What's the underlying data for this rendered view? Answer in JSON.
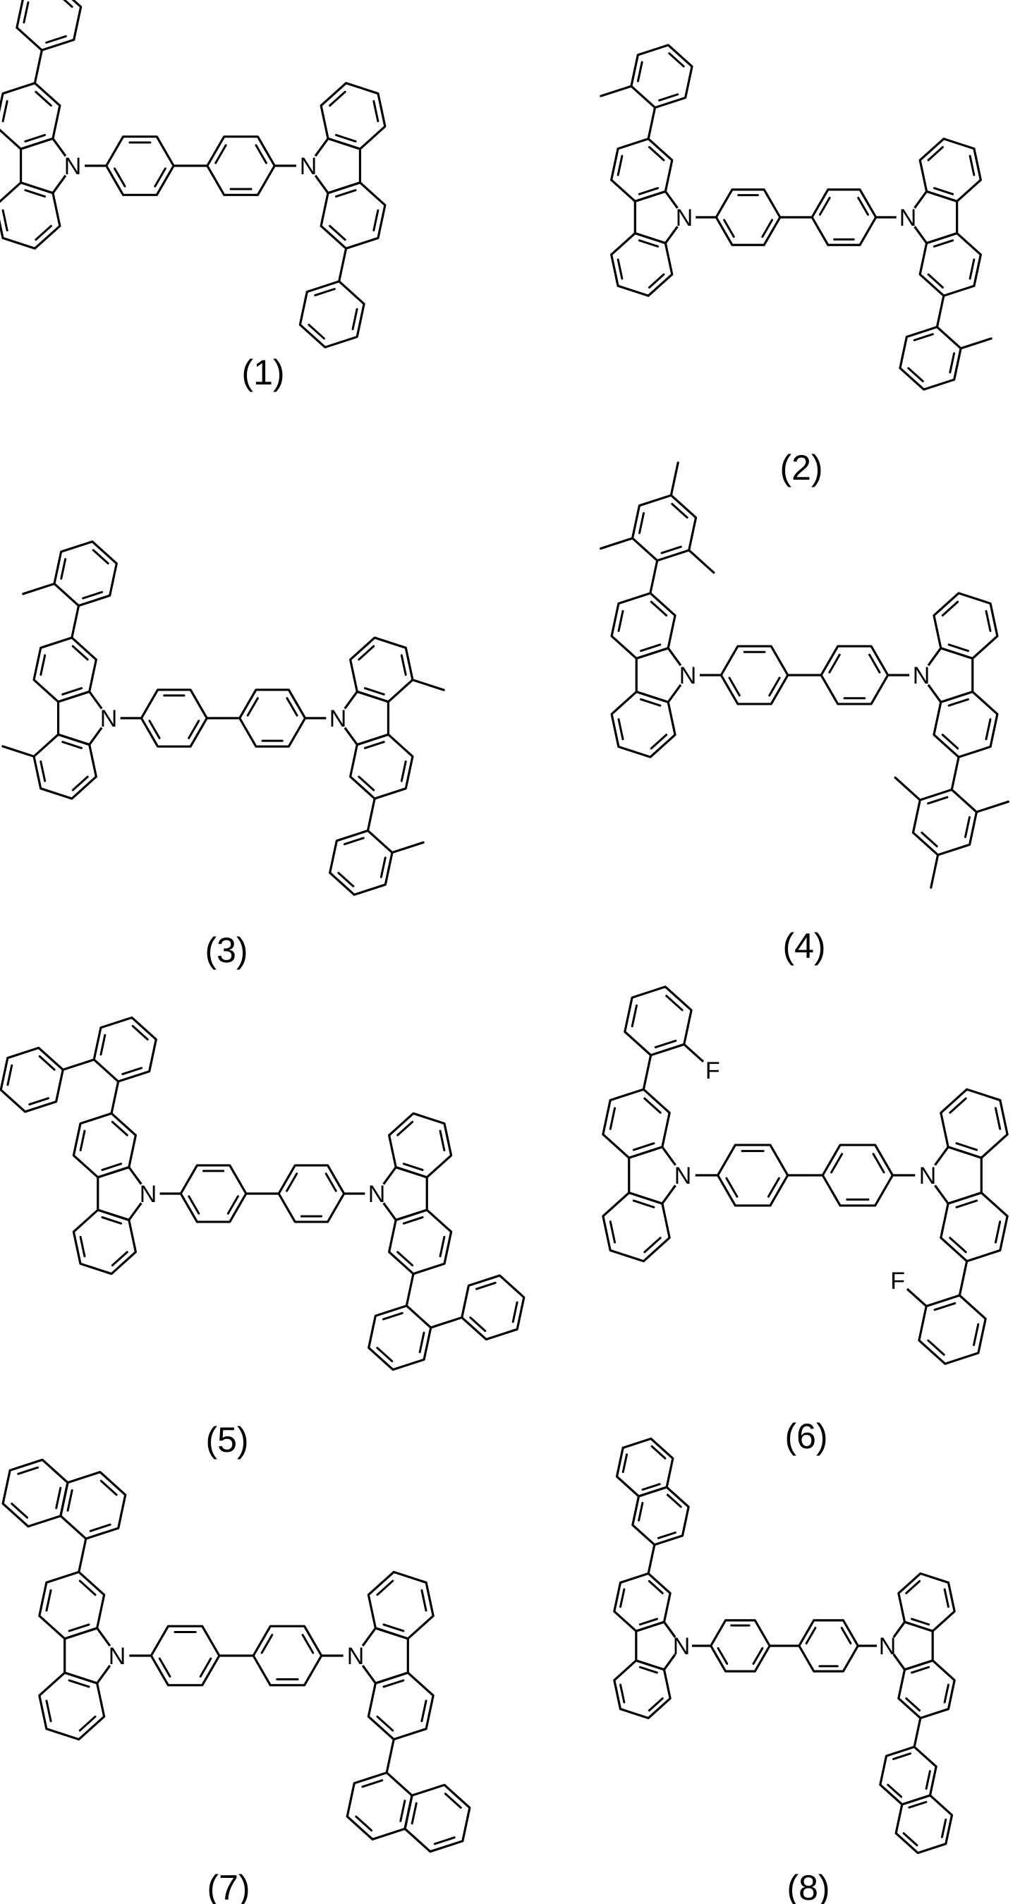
{
  "atoms": {
    "nitrogen": "N",
    "fluorine": "F"
  },
  "compounds": [
    {
      "label": "(1)"
    },
    {
      "label": "(2)"
    },
    {
      "label": "(3)"
    },
    {
      "label": "(4)"
    },
    {
      "label": "(5)"
    },
    {
      "label": "(6)"
    },
    {
      "label": "(7)"
    },
    {
      "label": "(8)"
    }
  ]
}
